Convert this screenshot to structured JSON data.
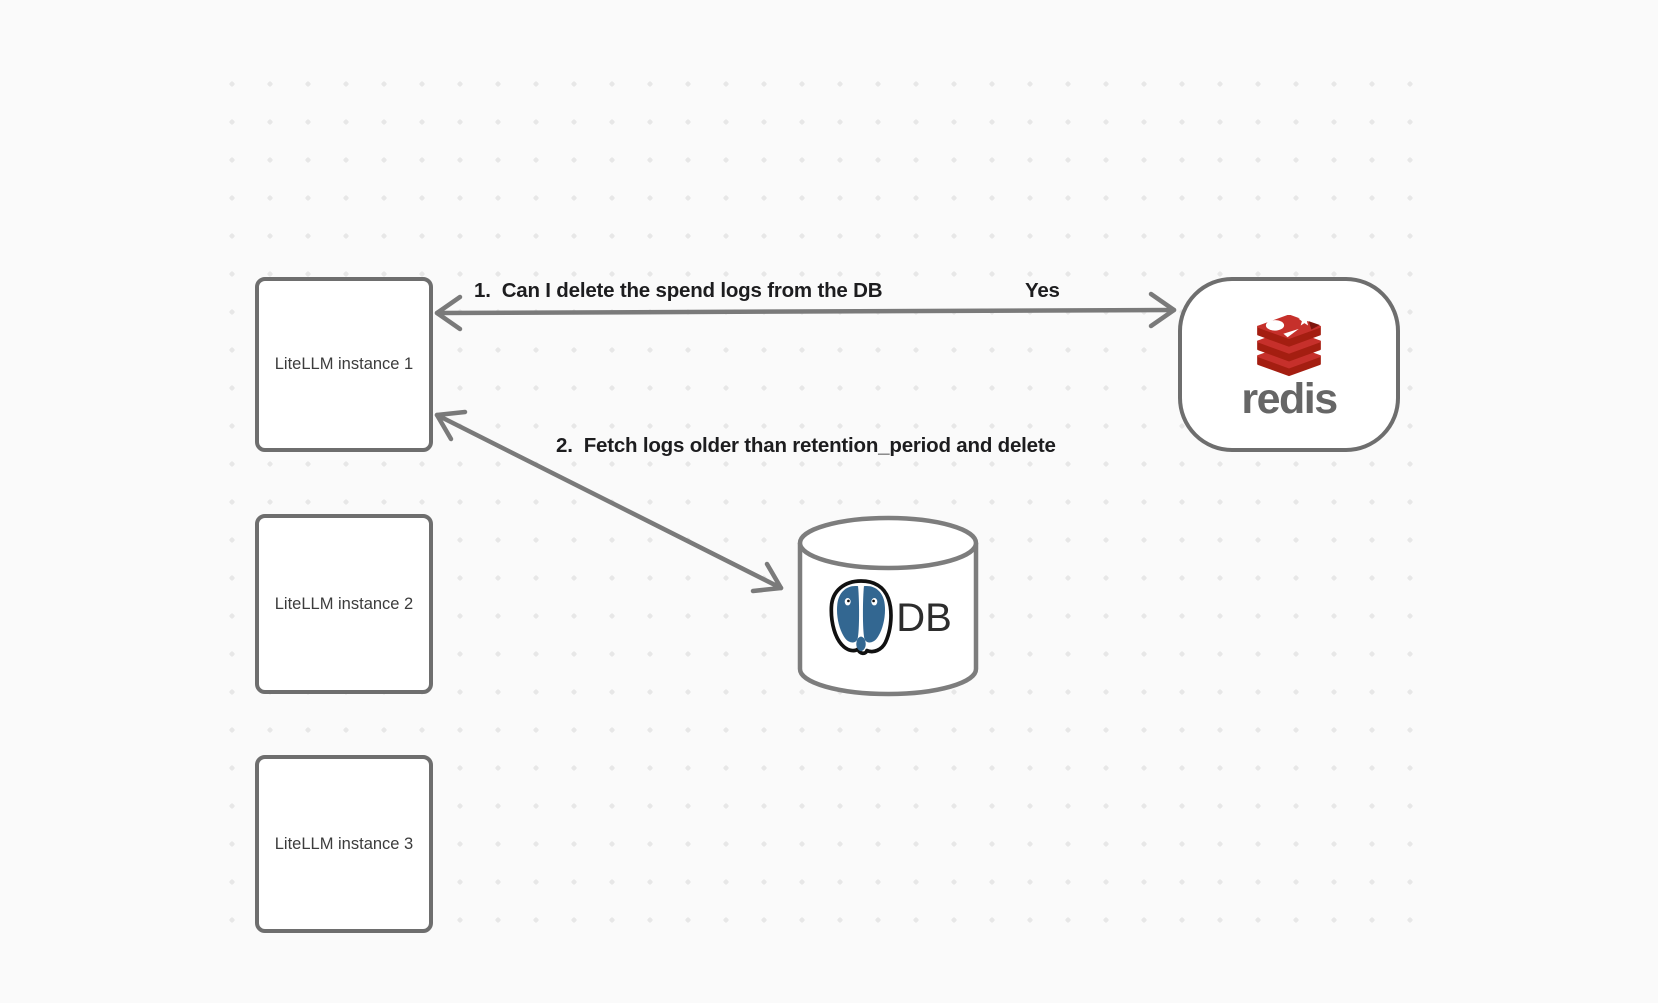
{
  "canvas": {
    "background_color": "#fafafa",
    "dot_color": "#e7e7e7",
    "stroke_color": "#6e6e6e",
    "arrow_color": "#7a7a7a",
    "label_color": "#1d1d1f"
  },
  "nodes": {
    "instances": [
      {
        "label": "LiteLLM instance 1"
      },
      {
        "label": "LiteLLM instance 2"
      },
      {
        "label": "LiteLLM instance 3"
      }
    ],
    "redis": {
      "wordmark": "redis",
      "icon": "redis-stack-icon",
      "brand_red": "#c6302b",
      "brand_red_dark": "#a41e11",
      "wordmark_color": "#666666"
    },
    "db": {
      "label": "DB",
      "icon": "postgresql-elephant-icon",
      "postgres_blue": "#336791"
    }
  },
  "edges": {
    "edge1": {
      "label": "1.  Can I delete the spend logs from the DB",
      "response": "Yes",
      "from": "LiteLLM instance 1",
      "to": "redis",
      "direction": "bidirectional"
    },
    "edge2": {
      "label": "2.  Fetch logs older than retention_period and delete",
      "from": "LiteLLM instance 1",
      "to": "DB",
      "direction": "bidirectional"
    }
  }
}
